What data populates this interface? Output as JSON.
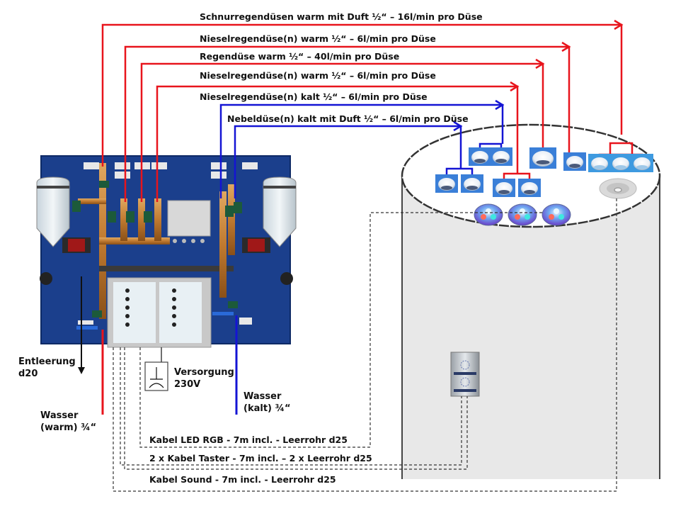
{
  "diagram": {
    "title": "",
    "supply_lines": [
      {
        "id": "schnur",
        "label": "Schnurregendüsen warm mit Duft ½“ – 16l/min pro Düse",
        "temperature": "warm",
        "color": "#e8141c",
        "nozzle_count": 3
      },
      {
        "id": "niesel_warm_1",
        "label": "Nieselregendüse(n) warm ½“ – 6l/min pro Düse",
        "temperature": "warm",
        "color": "#e8141c",
        "nozzle_count": 1
      },
      {
        "id": "regen",
        "label": "Regendüse warm ½“ – 40l/min pro Düse",
        "temperature": "warm",
        "color": "#e8141c",
        "nozzle_count": 1
      },
      {
        "id": "niesel_warm_2",
        "label": "Nieselregendüse(n) warm ½“ – 6l/min pro Düse",
        "temperature": "warm",
        "color": "#e8141c",
        "nozzle_count": 2
      },
      {
        "id": "niesel_kalt",
        "label": "Nieselregendüse(n) kalt ½“ – 6l/min pro Düse",
        "temperature": "kalt",
        "color": "#1414d4",
        "nozzle_count": 2
      },
      {
        "id": "nebel",
        "label": "Nebeldüse(n) kalt mit Duft  ½“ – 6l/min pro Düse",
        "temperature": "kalt",
        "color": "#1414d4",
        "nozzle_count": 2
      }
    ],
    "connections": {
      "drain": {
        "label_line1": "Entleerung",
        "label_line2": "d20"
      },
      "water_warm": {
        "label_line1": "Wasser",
        "label_line2": "(warm) ¾“"
      },
      "water_cold": {
        "label_line1": "Wasser",
        "label_line2": "(kalt) ¾“"
      },
      "power": {
        "label_line1": "Versorgung",
        "label_line2": "230V"
      }
    },
    "cables": [
      {
        "id": "led",
        "label": "Kabel LED RGB - 7m incl. - Leerrohr d25"
      },
      {
        "id": "taster",
        "label": "2 x Kabel Taster - 7m incl. – 2 x Leerrohr d25"
      },
      {
        "id": "sound",
        "label": "Kabel Sound - 7m incl. - Leerrohr d25"
      }
    ],
    "components": {
      "control_panel": "control-panel-photo",
      "shower_cylinder": "shower-column",
      "led_lights_count": 3,
      "push_button_panel": "push-button-plate",
      "speaker": "sound-speaker"
    },
    "colors": {
      "warm": "#e8141c",
      "cold": "#1414d4",
      "panel_bg": "#1b3f8c",
      "cylinder": "#e8e8e8",
      "nozzle_bg": "#3a7fd8"
    }
  }
}
